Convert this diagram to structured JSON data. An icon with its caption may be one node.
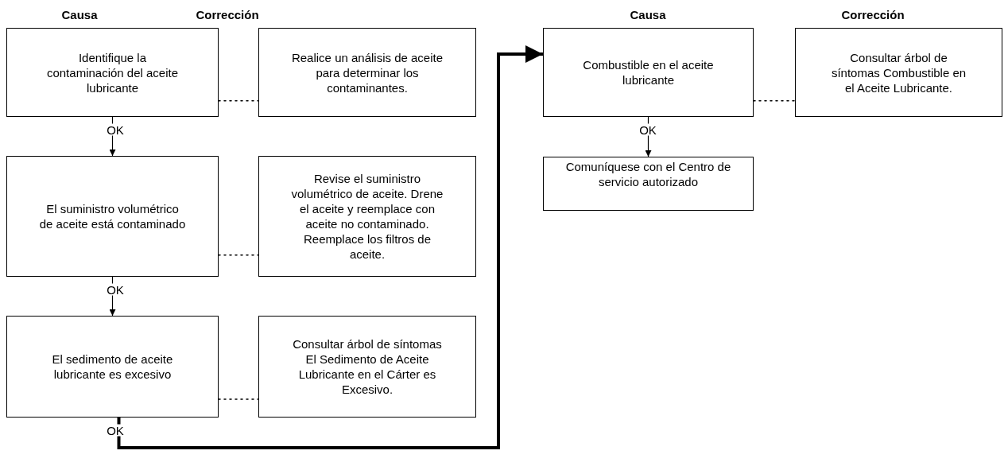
{
  "diagram": {
    "nodes": [
      {
        "text": [
          "Identifique la contaminación del aceite lubricante"
        ]
      },
      {
        "text": [
          "Realice un análisis de aceite para determinar los contaminantes."
        ]
      },
      {
        "text": [
          "El suministro volumétrico de aceite está contaminado"
        ]
      },
      {
        "text": [
          "Revise el suministro volumétrico de aceite. Drene el aceite y reemplace con aceite no contaminado. Reemplace los filtros de aceite."
        ]
      },
      {
        "text": [
          "El sedimento de aceite lubricante es excesivo"
        ]
      },
      {
        "text": [
          "Consultar árbol de síntomas El Sedimento de Aceite Lubricante en el Cárter es Excesivo."
        ]
      },
      {
        "text": [
          "Combustible en el aceite lubricante"
        ]
      },
      {
        "text": [
          "Consultar árbol de síntomas Combustible en el Aceite Lubricante."
        ]
      },
      {
        "text": [
          "Comuníquese con el Centro de servicio autorizado"
        ]
      }
    ],
    "edges": [
      {
        "from": 0,
        "to": 1,
        "arrow": "none",
        "style": "dashed"
      },
      {
        "from": 0,
        "to": 2,
        "arrow": "to",
        "label": "OK"
      },
      {
        "from": 2,
        "to": 3,
        "arrow": "none",
        "style": "dashed"
      },
      {
        "from": 2,
        "to": 4,
        "arrow": "to",
        "label": "OK"
      },
      {
        "from": 4,
        "to": 5,
        "arrow": "none",
        "style": "dashed"
      },
      {
        "from": 4,
        "to": 6,
        "arrow": "to",
        "label": "OK",
        "style": "thick"
      },
      {
        "from": 6,
        "to": 7,
        "arrow": "none",
        "style": "dashed"
      },
      {
        "from": 6,
        "to": 8,
        "arrow": "to",
        "label": "OK"
      }
    ],
    "labels": [
      "Causa",
      "Corrección",
      "Causa",
      "Corrección"
    ]
  }
}
